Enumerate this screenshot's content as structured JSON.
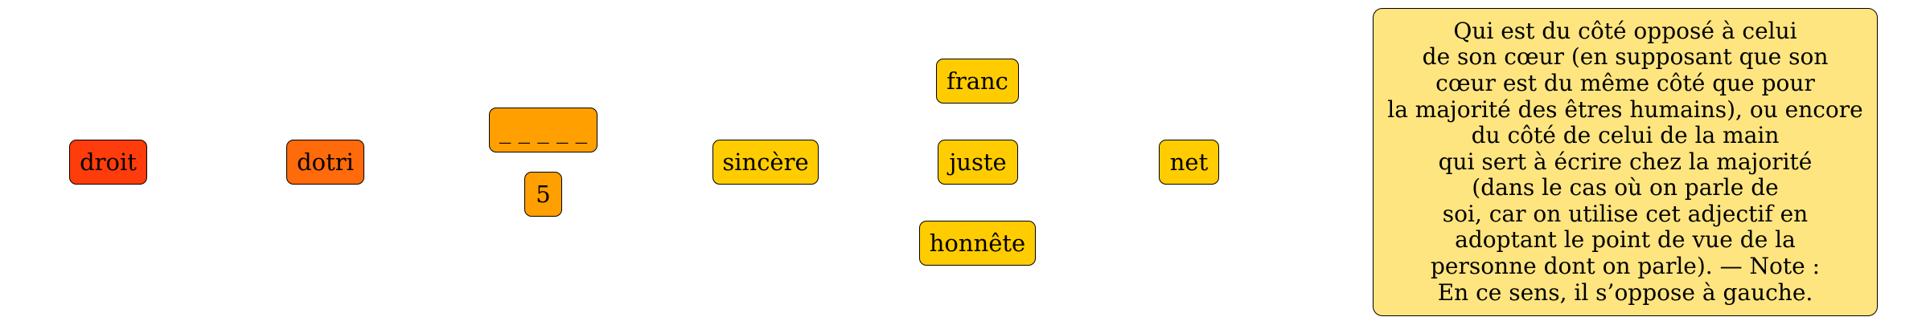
{
  "nodes": {
    "droit": {
      "label": "droit",
      "color": "#FF3C0B"
    },
    "dotri": {
      "label": "dotri",
      "color": "#FF6A0A"
    },
    "blanks": {
      "label": "_ _ _ _ _",
      "color": "#FF9F00"
    },
    "count": {
      "label": "5",
      "color": "#FF9F00"
    },
    "sincere": {
      "label": "sincère",
      "color": "#FFCC00"
    },
    "franc": {
      "label": "franc",
      "color": "#FFCC00"
    },
    "juste": {
      "label": "juste",
      "color": "#FFCC00"
    },
    "honnete": {
      "label": "honnête",
      "color": "#FFCC00"
    },
    "net": {
      "label": "net",
      "color": "#FFCC00"
    }
  },
  "definition": {
    "color": "#FFE57F",
    "lines": [
      "Qui est du côté opposé à celui",
      "de son cœur (en supposant que son",
      "cœur est du même côté que pour",
      "la majorité des êtres humains), ou encore",
      "du côté de celui de la main",
      "qui sert à écrire chez la majorité",
      "(dans le cas où on parle de",
      "soi, car on utilise cet adjectif en",
      "adoptant le point de vue de la",
      "personne dont on parle). — Note :",
      "En ce sens, il s’oppose à gauche."
    ]
  }
}
